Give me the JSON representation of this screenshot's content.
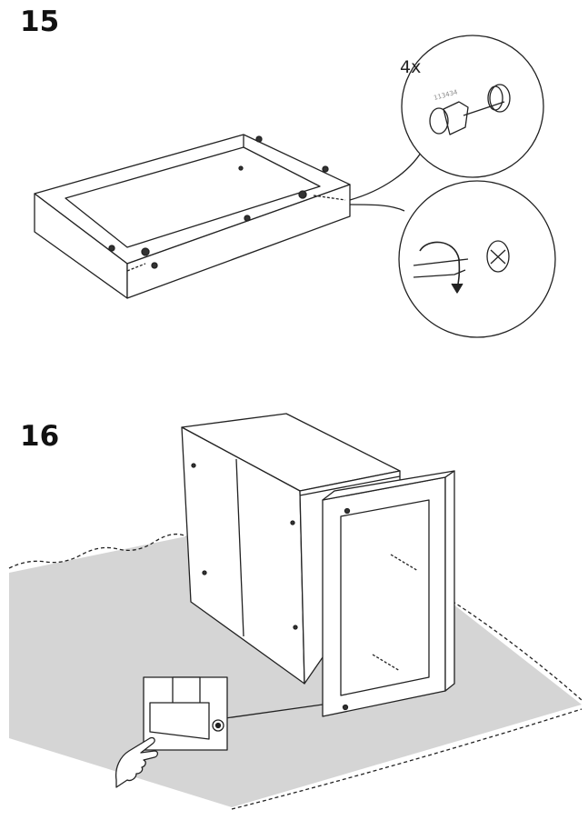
{
  "steps": [
    {
      "number": "15",
      "quantity": "4x",
      "part_number": "113434"
    },
    {
      "number": "16"
    }
  ],
  "colors": {
    "line": "#222222",
    "rug": "#d5d5d5",
    "paper": "#ffffff"
  }
}
